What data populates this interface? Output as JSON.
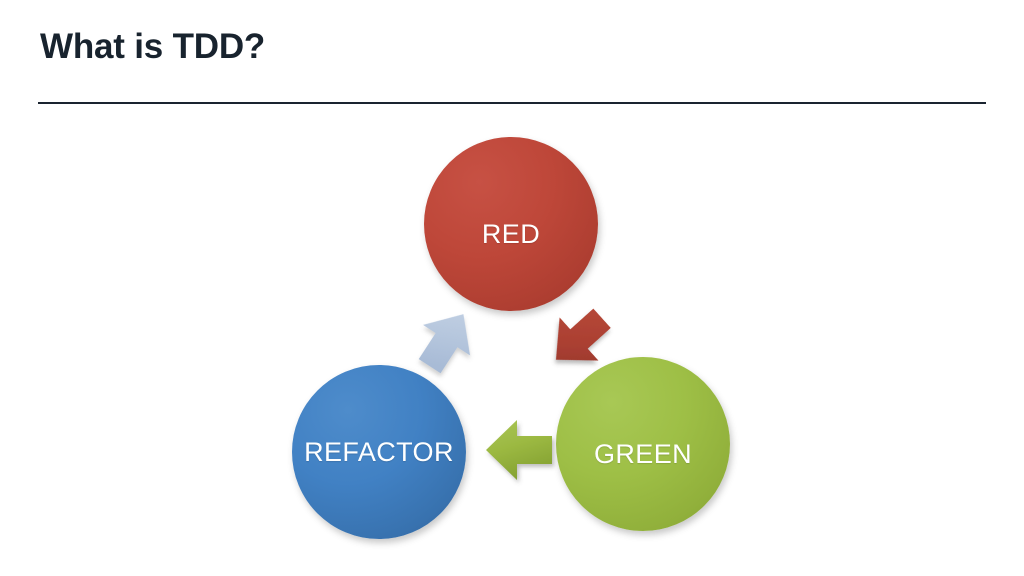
{
  "slide": {
    "title": "What is TDD?",
    "background_color": "#FFFFFF",
    "title_color": "#18232E",
    "rule_color": "#1A2430"
  },
  "diagram": {
    "name": "tdd-cycle",
    "nodes": [
      {
        "id": "red",
        "label": "RED",
        "fill_light": "#C75144",
        "fill_dark": "#9C3529",
        "text_color": "#FFFFFF"
      },
      {
        "id": "green",
        "label": "GREEN",
        "fill_light": "#A8C855",
        "fill_dark": "#81A032",
        "text_color": "#FFFFFF"
      },
      {
        "id": "refactor",
        "label": "REFACTOR",
        "fill_light": "#4E8CCB",
        "fill_dark": "#2E5F96",
        "text_color": "#FFFFFF"
      }
    ],
    "arrows": [
      {
        "id": "red-to-green",
        "from": "red",
        "to": "green",
        "direction": "down-right",
        "color": "#B04334"
      },
      {
        "id": "green-to-refactor",
        "from": "green",
        "to": "refactor",
        "direction": "left",
        "color": "#9DB83F"
      },
      {
        "id": "refactor-to-red",
        "from": "refactor",
        "to": "red",
        "direction": "up-right",
        "color": "#B8C8DE"
      }
    ]
  }
}
